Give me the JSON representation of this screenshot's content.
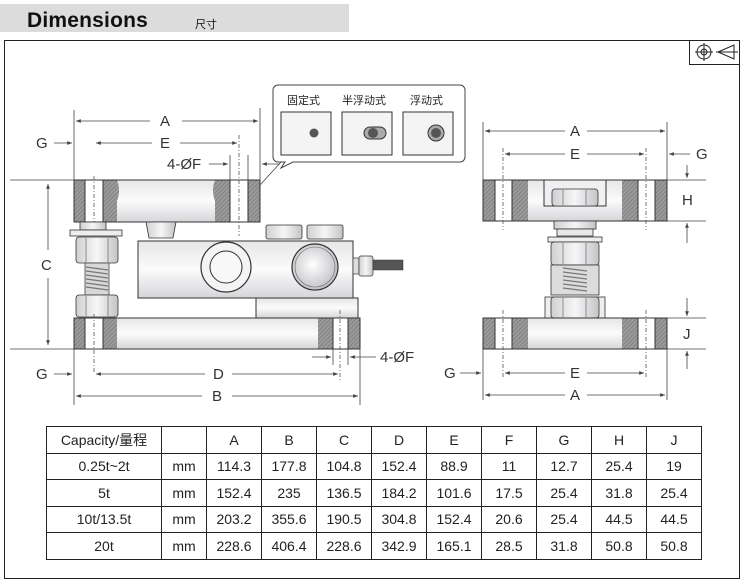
{
  "header": {
    "title": "Dimensions",
    "subtitle": "尺寸"
  },
  "projection_symbol": "first-angle-projection-icon",
  "mounting_legend": {
    "items": [
      {
        "label": "固定式",
        "icon": "fixed-mount-icon"
      },
      {
        "label": "半浮动式",
        "icon": "semi-floating-mount-icon"
      },
      {
        "label": "浮动式",
        "icon": "floating-mount-icon"
      }
    ]
  },
  "side_view": {
    "labels": {
      "A": "A",
      "E": "E",
      "G_top": "G",
      "hole_top": "4-ØF",
      "C": "C",
      "G_bottom": "G",
      "D": "D",
      "B": "B",
      "hole_bottom": "4-ØF"
    }
  },
  "end_view": {
    "labels": {
      "A_top": "A",
      "E_top": "E",
      "G_top": "G",
      "H": "H",
      "J": "J",
      "G_bottom": "G",
      "E_bottom": "E",
      "A_bottom": "A"
    }
  },
  "table": {
    "headers": [
      "Capacity/量程",
      "",
      "A",
      "B",
      "C",
      "D",
      "E",
      "F",
      "G",
      "H",
      "J"
    ],
    "rows": [
      {
        "capacity": "0.25t~2t",
        "unit": "mm",
        "values": [
          "114.3",
          "177.8",
          "104.8",
          "152.4",
          "88.9",
          "11",
          "12.7",
          "25.4",
          "19"
        ]
      },
      {
        "capacity": "5t",
        "unit": "mm",
        "values": [
          "152.4",
          "235",
          "136.5",
          "184.2",
          "101.6",
          "17.5",
          "25.4",
          "31.8",
          "25.4"
        ]
      },
      {
        "capacity": "10t/13.5t",
        "unit": "mm",
        "values": [
          "203.2",
          "355.6",
          "190.5",
          "304.8",
          "152.4",
          "20.6",
          "25.4",
          "44.5",
          "44.5"
        ]
      },
      {
        "capacity": "20t",
        "unit": "mm",
        "values": [
          "228.6",
          "406.4",
          "228.6",
          "342.9",
          "165.1",
          "28.5",
          "31.8",
          "50.8",
          "50.8"
        ]
      }
    ]
  },
  "colors": {
    "title_bar": "#dcdcdc",
    "hatch": "#8a8a8a",
    "metal_light": "#f2f2f4",
    "metal_mid": "#c9c9cc",
    "line": "#333333",
    "mount_dot": "#555555"
  }
}
